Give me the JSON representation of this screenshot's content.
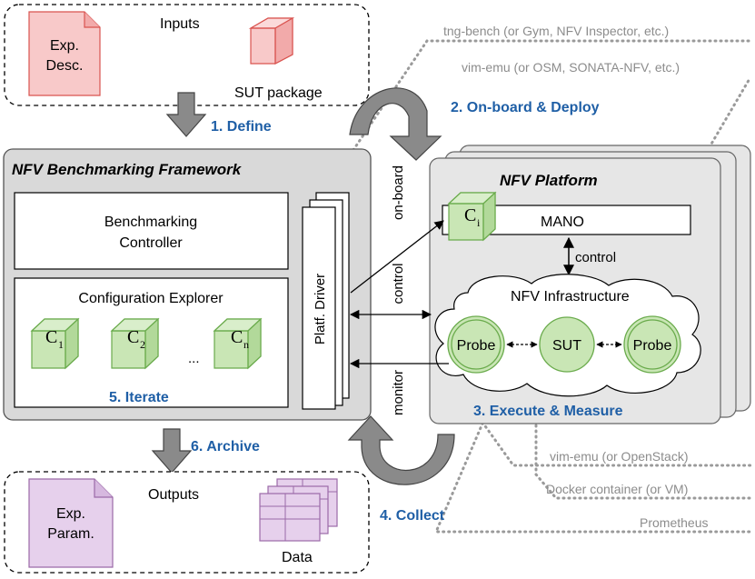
{
  "inputs": {
    "title": "Inputs",
    "doc_line1": "Exp.",
    "doc_line2": "Desc.",
    "sut_label": "SUT package"
  },
  "outputs": {
    "title": "Outputs",
    "doc_line1": "Exp.",
    "doc_line2": "Param.",
    "data_label": "Data"
  },
  "steps": {
    "define": "1. Define",
    "onboard_deploy": "2. On-board & Deploy",
    "execute_measure": "3. Execute & Measure",
    "collect": "4. Collect",
    "iterate": "5. Iterate",
    "archive": "6. Archive"
  },
  "framework": {
    "title": "NFV Benchmarking Framework",
    "controller_line1": "Benchmarking",
    "controller_line2": "Controller",
    "explorer_title": "Configuration Explorer",
    "c1_main": "C",
    "c1_sub": "1",
    "c2_main": "C",
    "c2_sub": "2",
    "cn_main": "C",
    "cn_sub": "n",
    "ellipsis": "...",
    "driver_label": "Platf. Driver"
  },
  "platform": {
    "title": "NFV Platform",
    "mano": "MANO",
    "ci_main": "C",
    "ci_sub": "i",
    "control_label": "control",
    "infra_title": "NFV Infrastructure",
    "probe_left": "Probe",
    "sut": "SUT",
    "probe_right": "Probe"
  },
  "links": {
    "onboard": "on-board",
    "control": "control",
    "monitor": "monitor"
  },
  "annotations": {
    "tng_bench": "tng-bench (or Gym, NFV Inspector, etc.)",
    "vim_emu_top": "vim-emu (or OSM, SONATA-NFV, etc.)",
    "vim_emu_bottom": "vim-emu (or OpenStack)",
    "docker": "Docker container (or VM)",
    "prometheus": "Prometheus"
  },
  "colors": {
    "doc_red_fill": "#f8c9c9",
    "doc_red_stroke": "#d9534f",
    "doc_purple_fill": "#e6d0ec",
    "doc_purple_stroke": "#9b6aa8",
    "green_fill": "#c9e6b5",
    "green_stroke": "#6aab4c",
    "blue_text": "#1f5fa6",
    "panel_gray": "#d9d9d9",
    "arrow_gray": "#8a8a8a"
  }
}
